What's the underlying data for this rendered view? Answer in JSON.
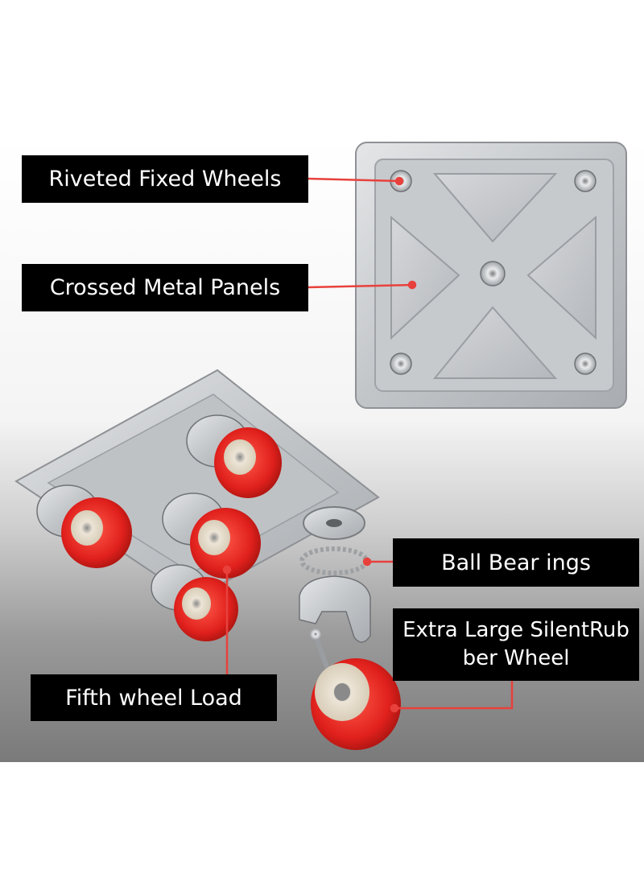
{
  "labels": {
    "riveted": "Riveted Fixed Wheels",
    "crossed": "Crossed Metal Panels",
    "ball": "Ball Bear ings",
    "extra_line1": "Extra Large SilentRub",
    "extra_line2": "ber Wheel",
    "fifth": "Fifth wheel Load"
  },
  "colors": {
    "label_bg": "#000000",
    "label_text": "#ffffff",
    "leader": "#e8413c",
    "wheel": "#e0201c",
    "metal": "#c9cbce"
  }
}
